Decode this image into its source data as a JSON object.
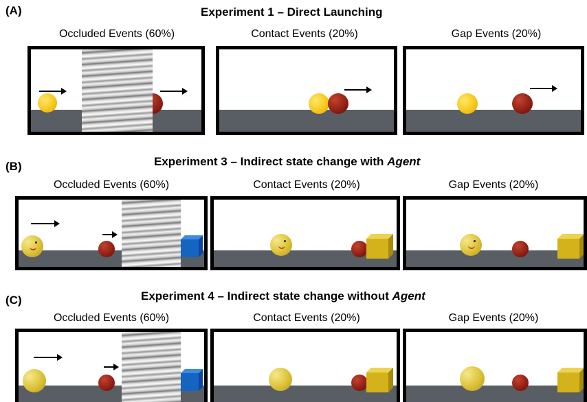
{
  "panels": [
    {
      "letter": "(A)",
      "title": "Experiment 1 – Direct Launching",
      "title_plain": "Experiment 1 – Direct Launching",
      "title_agent": "",
      "columns": [
        "Occluded Events (60%)",
        "Contact Events (20%)",
        "Gap Events (20%)"
      ]
    },
    {
      "letter": "(B)",
      "title_plain": "Experiment 3 – Indirect state change with ",
      "title_agent": "Agent",
      "columns": [
        "Occluded Events (60%)",
        "Contact Events (20%)",
        "Gap Events (20%)"
      ]
    },
    {
      "letter": "(C)",
      "title_plain": "Experiment 4 – Indirect state change without ",
      "title_agent": "Agent",
      "columns": [
        "Occluded Events (60%)",
        "Contact Events (20%)",
        "Gap Events (20%)"
      ]
    }
  ],
  "colors": {
    "floor": "#595e64",
    "yellow_ball": "#f7c81c",
    "red_ball": "#8e1e14",
    "blue_cube": "#1565c0",
    "yellow_cube": "#d4b21c"
  }
}
